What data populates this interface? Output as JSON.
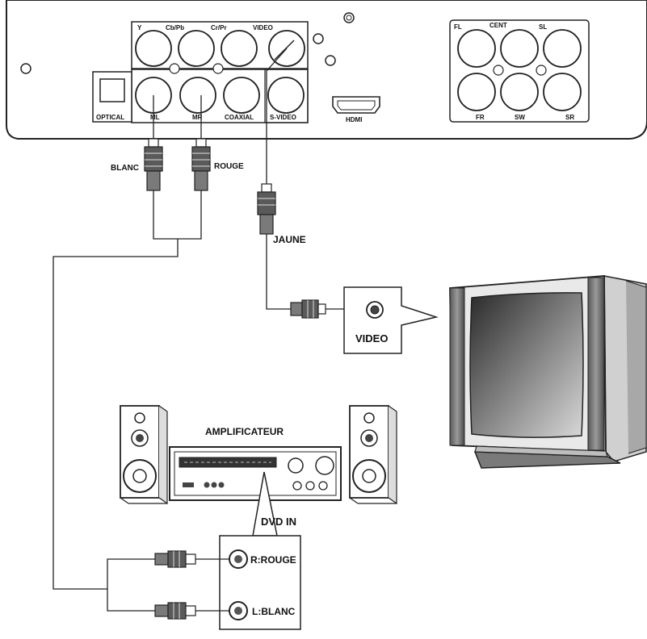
{
  "panel": {
    "jack_labels": {
      "y": "Y",
      "cbpb": "Cb/Pb",
      "crpr": "Cr/Pr",
      "video": "VIDEO",
      "optical": "OPTICAL",
      "ml": "ML",
      "mr": "MR",
      "coaxial": "COAXIAL",
      "svideo": "S-VIDEO",
      "hdmi": "HDMI",
      "fl": "FL",
      "cent": "CENT",
      "sl": "SL",
      "fr": "FR",
      "sw": "SW",
      "sr": "SR"
    }
  },
  "cables": {
    "white": "BLANC",
    "red": "ROUGE",
    "yellow": "JAUNE"
  },
  "tv": {
    "input_label": "VIDEO"
  },
  "amplifier": {
    "title": "AMPLIFICATEUR",
    "input_title": "DVD IN",
    "right_input": "R:ROUGE",
    "left_input": "L:BLANC"
  }
}
